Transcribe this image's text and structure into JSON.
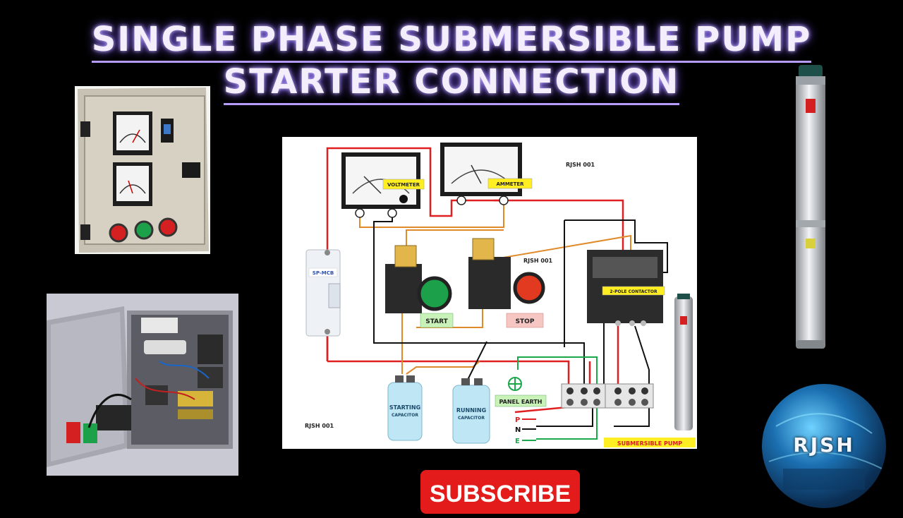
{
  "title": {
    "line1": "SINGLE PHASE SUBMERSIBLE PUMP",
    "line2": "STARTER CONNECTION"
  },
  "diagram": {
    "watermark_top": "RJSH 001",
    "watermark_mid": "RJSH 001",
    "watermark_bottom": "RJSH 001",
    "voltmeter_label": "VOLTMETER",
    "ammeter_label": "AMMETER",
    "mcb_label": "SP-MCB",
    "start_label": "START",
    "stop_label": "STOP",
    "contactor_label": "2-POLE CONTACTOR",
    "starting_capacitor_label_1": "STARTING",
    "starting_capacitor_label_2": "CAPACITOR",
    "running_capacitor_label_1": "RUNNING",
    "running_capacitor_label_2": "CAPACITOR",
    "panel_earth_label": "PANEL EARTH",
    "phase_label": "P",
    "neutral_label": "N",
    "earth_label": "E",
    "pump_label": "SUBMERSIBLE PUMP"
  },
  "subscribe_label": "SUBSCRIBE",
  "logo_text": "RJSH",
  "colors": {
    "title_glow": "#7e5cff",
    "subscribe_red": "#e31b1b",
    "wire_red": "#e02020",
    "wire_orange": "#e08a2a",
    "wire_black": "#111111",
    "wire_green": "#1aa84a",
    "label_yellow": "#ffee22"
  }
}
